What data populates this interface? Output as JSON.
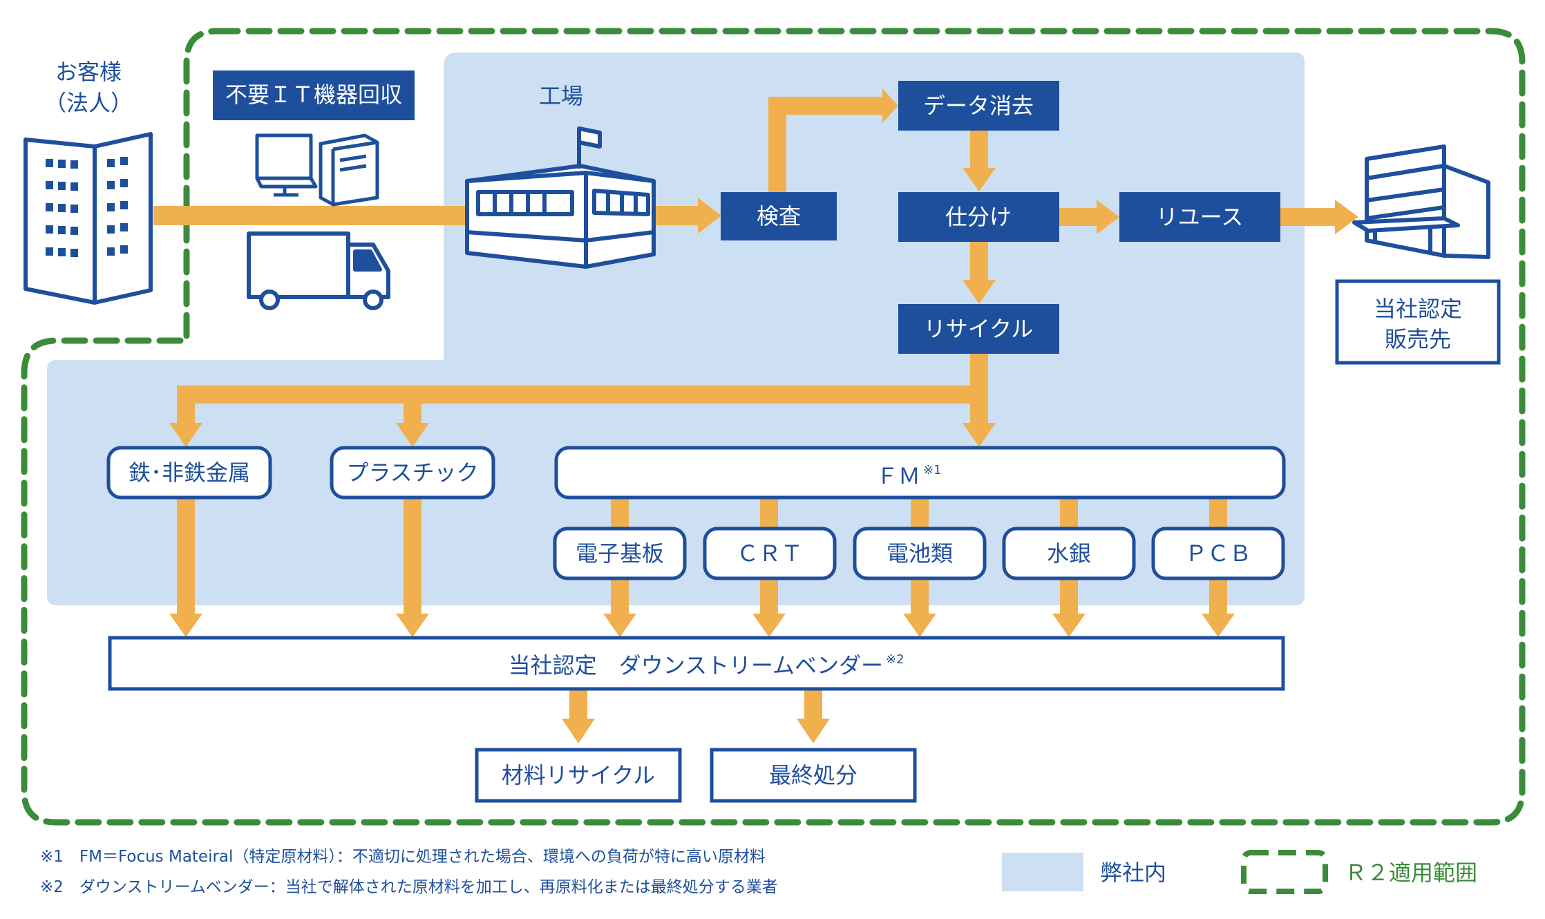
{
  "customer": {
    "line1": "お客様",
    "line2": "（法人）"
  },
  "collection": {
    "label": "不要ＩＴ機器回収"
  },
  "factory": {
    "label": "工場"
  },
  "process": {
    "inspection": "検査",
    "data_erasure": "データ消去",
    "sorting": "仕分け",
    "reuse": "リユース",
    "recycle": "リサイクル"
  },
  "sales_dest": {
    "line1": "当社認定",
    "line2": "販売先"
  },
  "categories": {
    "metals": "鉄･非鉄金属",
    "plastic": "プラスチック",
    "fm": "ＦＭ",
    "fm_note_mark": "※1"
  },
  "fm_items": [
    "電子基板",
    "ＣＲＴ",
    "電池類",
    "水銀",
    "ＰＣＢ"
  ],
  "vendor": {
    "label": "当社認定　ダウンストリームベンダー",
    "note_mark": "※2"
  },
  "outputs": {
    "material_recycle": "材料リサイクル",
    "final_disposal": "最終処分"
  },
  "legend": {
    "in_house": "弊社内",
    "r2_scope": "Ｒ２適用範囲"
  },
  "notes": [
    "※1　FM＝Focus Mateiral（特定原材料）：不適切に処理された場合、環境への負荷が特に高い原材料",
    "※2　ダウンストリームベンダー：当社で解体された原材料を加工し、再原料化または最終処分する業者"
  ],
  "colors": {
    "navy": "#1e4f9c",
    "light_blue": "#cddff2",
    "orange": "#f0b04e",
    "green": "#3b8c3a"
  }
}
